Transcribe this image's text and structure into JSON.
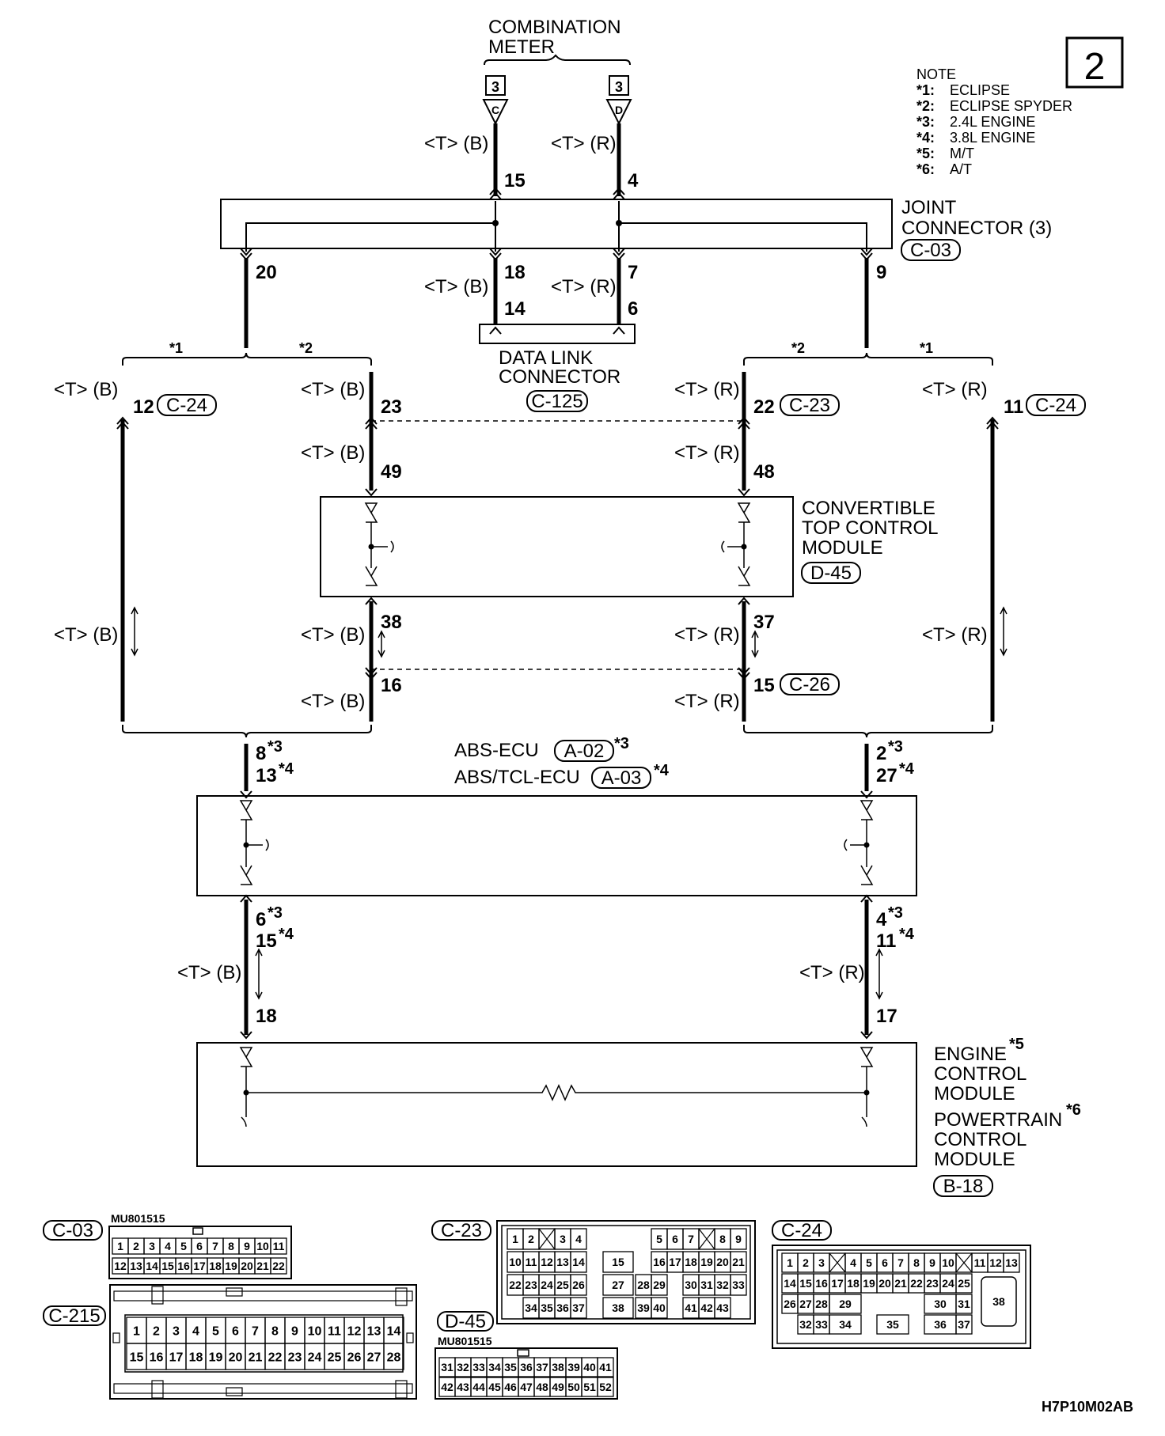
{
  "page_number": "2",
  "note": {
    "title": "NOTE",
    "items": [
      {
        "mark": "*1",
        "text": "ECLIPSE"
      },
      {
        "mark": "*2",
        "text": "ECLIPSE SPYDER"
      },
      {
        "mark": "*3",
        "text": "2.4L ENGINE"
      },
      {
        "mark": "*4",
        "text": "3.8L ENGINE"
      },
      {
        "mark": "*5",
        "text": "M/T"
      },
      {
        "mark": "*6",
        "text": "A/T"
      }
    ]
  },
  "components": {
    "combination_meter": {
      "line1": "COMBINATION",
      "line2": "METER",
      "conn_c": "C",
      "conn_d": "D",
      "ref": "3"
    },
    "joint_connector": {
      "line1": "JOINT",
      "line2": "CONNECTOR (3)",
      "code": "C-03"
    },
    "data_link_connector": {
      "line1": "DATA LINK",
      "line2": "CONNECTOR",
      "code": "C-125"
    },
    "convertible_module": {
      "line1": "CONVERTIBLE",
      "line2": "TOP CONTROL",
      "line3": "MODULE",
      "code": "D-45"
    },
    "abs_ecu": {
      "name": "ABS-ECU",
      "code": "A-02",
      "star": "*3"
    },
    "abs_tcl_ecu": {
      "name": "ABS/TCL-ECU",
      "code": "A-03",
      "star": "*4"
    },
    "engine_module": {
      "line1": "ENGINE",
      "star1": "*5",
      "line2": "CONTROL",
      "line3": "MODULE",
      "line4": "POWERTRAIN",
      "star2": "*6",
      "line5": "CONTROL",
      "line6": "MODULE",
      "code": "B-18"
    }
  },
  "wire_labels": {
    "tb": "<T> (B)",
    "tr": "<T> (R)"
  },
  "pins": {
    "meter_c": "15",
    "meter_d": "4",
    "jc_18": "18",
    "jc_7": "7",
    "jc_20": "20",
    "jc_9": "9",
    "dlc_14": "14",
    "dlc_6": "6",
    "l_12": "12",
    "l_23": "23",
    "l_49": "49",
    "l_38": "38",
    "l_16": "16",
    "r_22": "22",
    "r_48": "48",
    "r_37": "37",
    "r_15": "15",
    "r_11": "11",
    "abs_l_a": "8",
    "abs_l_b": "13",
    "abs_r_a": "2",
    "abs_r_b": "27",
    "abs_bl_a": "6",
    "abs_bl_b": "15",
    "abs_br_a": "4",
    "abs_br_b": "11",
    "ecm_l": "18",
    "ecm_r": "17"
  },
  "connector_codes": {
    "c24": "C-24",
    "c23": "C-23",
    "c26": "C-26"
  },
  "stars": {
    "s1": "*1",
    "s2": "*2",
    "s3": "*3",
    "s4": "*4"
  },
  "connector_views": {
    "c03": {
      "code": "C-03",
      "part": "MU801515",
      "row1": [
        "1",
        "2",
        "3",
        "4",
        "5",
        "6",
        "7",
        "8",
        "9",
        "10",
        "11"
      ],
      "row2": [
        "12",
        "13",
        "14",
        "15",
        "16",
        "17",
        "18",
        "19",
        "20",
        "21",
        "22"
      ]
    },
    "c215": {
      "code": "C-215",
      "row1": [
        "1",
        "2",
        "3",
        "4",
        "5",
        "6",
        "7",
        "8",
        "9",
        "10",
        "11",
        "12",
        "13",
        "14"
      ],
      "row2": [
        "15",
        "16",
        "17",
        "18",
        "19",
        "20",
        "21",
        "22",
        "23",
        "24",
        "25",
        "26",
        "27",
        "28"
      ]
    },
    "c23": {
      "code": "C-23",
      "cells": [
        "1",
        "2",
        "3",
        "4",
        "5",
        "6",
        "7",
        "8",
        "9",
        "10",
        "11",
        "12",
        "13",
        "14",
        "15",
        "16",
        "17",
        "18",
        "19",
        "20",
        "21",
        "22",
        "23",
        "24",
        "25",
        "26",
        "27",
        "28",
        "29",
        "30",
        "31",
        "32",
        "33",
        "34",
        "35",
        "36",
        "37",
        "38",
        "39",
        "40",
        "41",
        "42",
        "43"
      ]
    },
    "d45": {
      "code": "D-45",
      "part": "MU801515",
      "row1": [
        "31",
        "32",
        "33",
        "34",
        "35",
        "36",
        "37",
        "38",
        "39",
        "40",
        "41"
      ],
      "row2": [
        "42",
        "43",
        "44",
        "45",
        "46",
        "47",
        "48",
        "49",
        "50",
        "51",
        "52"
      ]
    },
    "c24": {
      "code": "C-24",
      "cells": [
        "1",
        "2",
        "3",
        "4",
        "5",
        "6",
        "7",
        "8",
        "9",
        "10",
        "11",
        "12",
        "13",
        "14",
        "15",
        "16",
        "17",
        "18",
        "19",
        "20",
        "21",
        "22",
        "23",
        "24",
        "25",
        "26",
        "27",
        "28",
        "29",
        "30",
        "31",
        "32",
        "33",
        "34",
        "35",
        "36",
        "37",
        "38"
      ]
    }
  },
  "diagram_id": "H7P10M02AB"
}
